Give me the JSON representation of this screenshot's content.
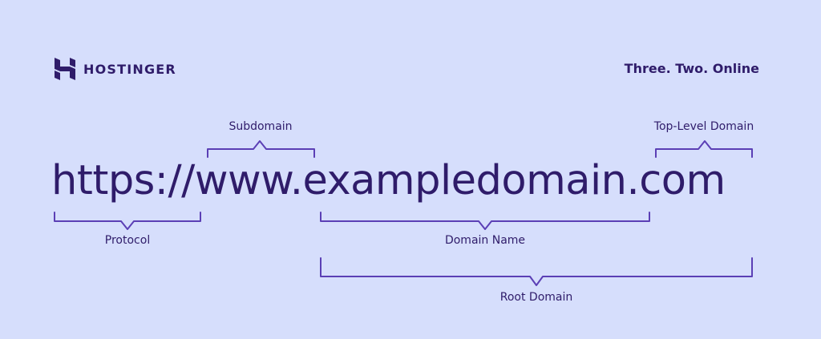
{
  "brand": {
    "name": "HOSTINGER",
    "logo_icon": "hostinger-h-icon",
    "tagline": "Three. Two. Online"
  },
  "url": {
    "protocol": "https://",
    "subdomain": "www.",
    "domain_name": "exampledomain",
    "tld": ".com"
  },
  "labels": {
    "subdomain": "Subdomain",
    "top_level_domain": "Top-Level Domain",
    "protocol": "Protocol",
    "domain_name": "Domain Name",
    "root_domain": "Root Domain"
  },
  "colors": {
    "background": "#d6defc",
    "text": "#2f1c6a",
    "bracket": "#5b3fb5"
  }
}
